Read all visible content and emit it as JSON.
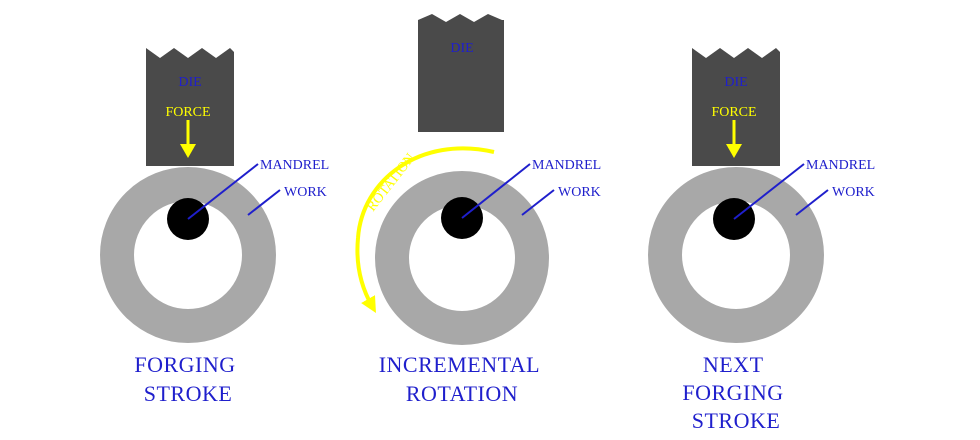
{
  "colors": {
    "die": "#4a4a4a",
    "work": "#a8a8a8",
    "mandrel": "#000000",
    "label_blue": "#1f1fcc",
    "force_yellow": "#ffff00",
    "background": "#ffffff"
  },
  "panels": [
    {
      "die_label": "DIE",
      "force_label": "FORCE",
      "mandrel_label": "MANDREL",
      "work_label": "WORK",
      "caption_lines": [
        "FORGING",
        "STROKE"
      ]
    },
    {
      "die_label": "DIE",
      "rotation_label": "ROTATION",
      "mandrel_label": "MANDREL",
      "work_label": "WORK",
      "caption_lines": [
        "INCREMENTAL",
        "ROTATION"
      ]
    },
    {
      "die_label": "DIE",
      "force_label": "FORCE",
      "mandrel_label": "MANDREL",
      "work_label": "WORK",
      "caption_lines": [
        "NEXT",
        "FORGING",
        "STROKE"
      ]
    }
  ]
}
